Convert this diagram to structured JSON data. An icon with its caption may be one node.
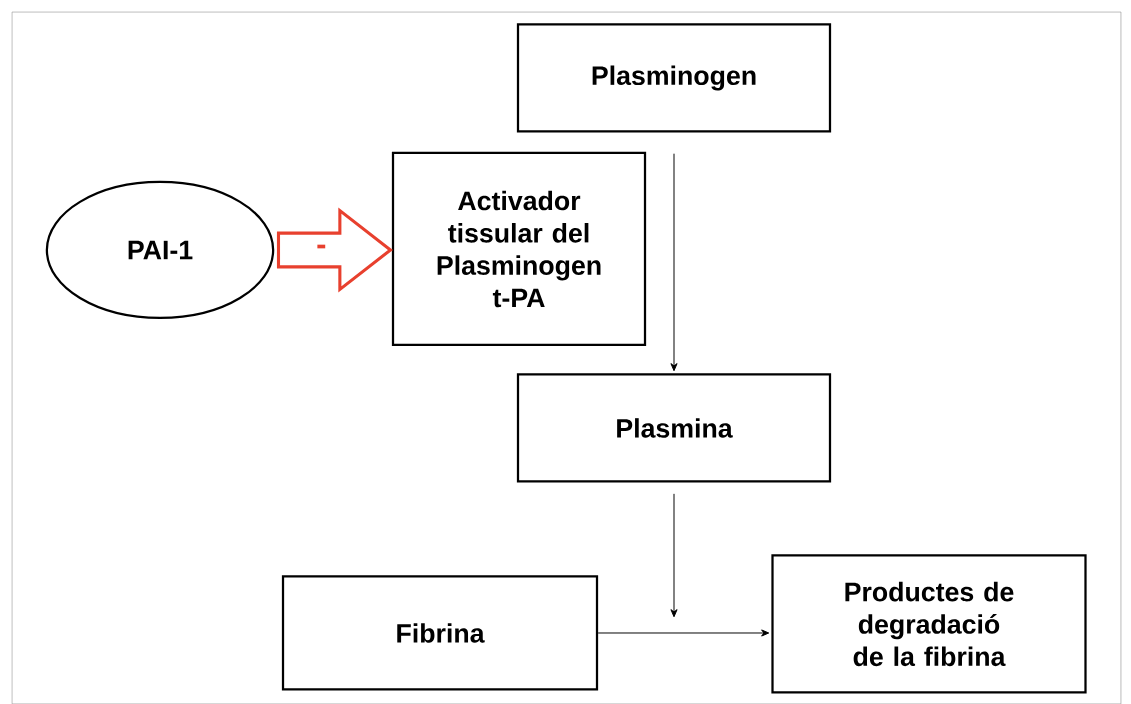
{
  "diagram": {
    "nodes": [
      {
        "text": [
          "Plasminogen"
        ]
      },
      {
        "text": [
          "Activador tissular del Plasminogen t-PA"
        ]
      },
      {
        "text": [
          "PAI-1"
        ]
      },
      {
        "text": [
          "Plasmina"
        ]
      },
      {
        "text": [
          "Fibrina"
        ]
      },
      {
        "text": [
          "Productes de degradació de la fibrina"
        ]
      }
    ],
    "edges": [
      {
        "from": 2,
        "to": 1,
        "arrow": "to",
        "label": "-",
        "style": "thick",
        "color": "#e8402e"
      },
      {
        "from": 0,
        "to": 3,
        "arrow": "to"
      },
      {
        "from": 3,
        "to": null,
        "arrow": "to"
      },
      {
        "from": 4,
        "to": 5,
        "arrow": "to"
      }
    ]
  }
}
